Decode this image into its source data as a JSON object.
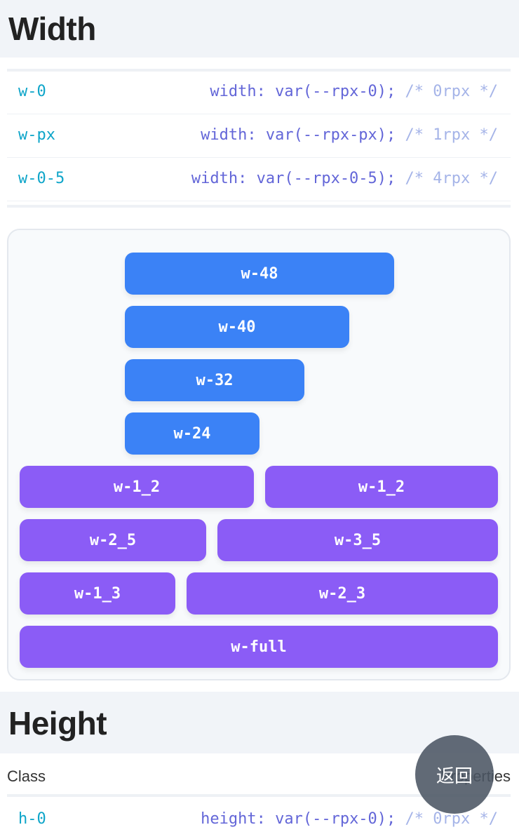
{
  "width_section": {
    "title": "Width",
    "rows": [
      {
        "cls": "w-0",
        "decl": "width: var(--rpx-0);",
        "comment": "/* 0rpx */"
      },
      {
        "cls": "w-px",
        "decl": "width: var(--rpx-px);",
        "comment": "/* 1rpx */"
      },
      {
        "cls": "w-0-5",
        "decl": "width: var(--rpx-0-5);",
        "comment": "/* 4rpx */"
      }
    ],
    "demo_bars": [
      "w-48",
      "w-40",
      "w-32",
      "w-24",
      "w-1_2",
      "w-1_2",
      "w-2_5",
      "w-3_5",
      "w-1_3",
      "w-2_3",
      "w-full"
    ]
  },
  "height_section": {
    "title": "Height",
    "header": {
      "class_label": "Class",
      "properties_label": "Properties"
    },
    "rows": [
      {
        "cls": "h-0",
        "decl": "height: var(--rpx-0);",
        "comment": "/* 0rpx */"
      }
    ]
  },
  "back_button": {
    "label": "返回"
  },
  "colors": {
    "blue": "#3b82f6",
    "purple": "#8b5cf6",
    "class_text": "#0ea5c9",
    "decl_text": "#6366d8",
    "comment_text": "#a5b4e8"
  }
}
